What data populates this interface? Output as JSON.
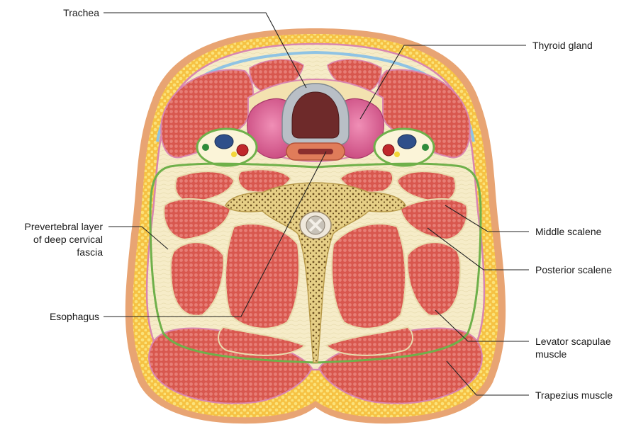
{
  "labels": {
    "trachea": "Trachea",
    "thyroid": "Thyroid gland",
    "prevertebral": [
      "Prevertebral layer",
      "of deep cervical",
      "fascia"
    ],
    "esophagus": "Esophagus",
    "middle_scalene": "Middle scalene",
    "posterior_scalene": "Posterior scalene",
    "levator": [
      "Levator scapulae",
      "muscle"
    ],
    "trapezius": "Trapezius muscle"
  },
  "colors": {
    "skin": "#e8a473",
    "fat": "#f6c243",
    "fat_dot": "#fbe27a",
    "fascia_bg": "#f6ecc8",
    "muscle": "#d8574e",
    "muscle_dot": "#ec8a82",
    "pink_fascia": "#d986b0",
    "green_fascia": "#6fb04a",
    "blue_fascia": "#8fc3e4",
    "thyroid": "#d96a97",
    "bone": "#e6cf86",
    "bone_dot": "#6b4e1e",
    "trachea_ring": "#b9bfc6",
    "lumen": "#6e2a2a",
    "vein": "#2f4f8a",
    "artery": "#c0282b",
    "nerve": "#f2d63a"
  }
}
